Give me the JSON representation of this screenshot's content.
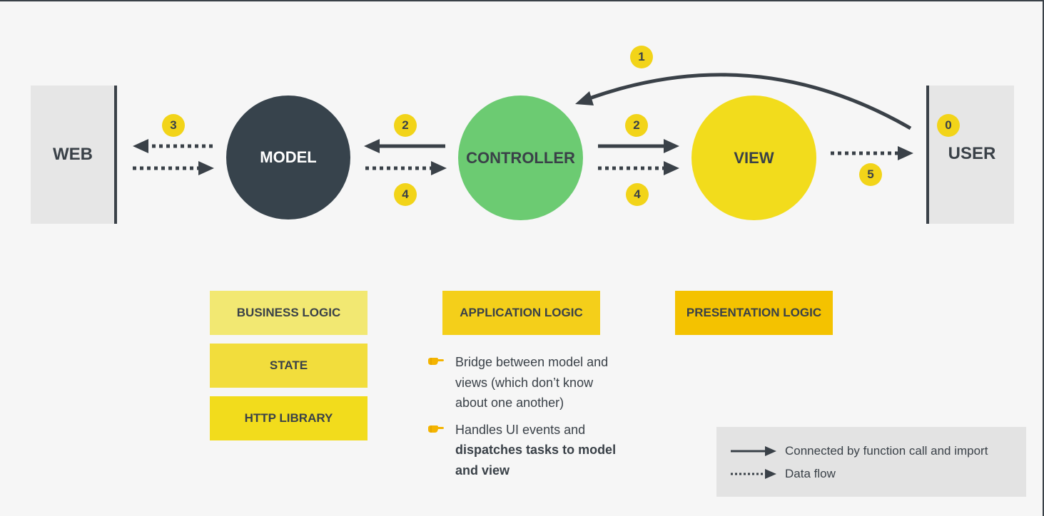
{
  "nodes": {
    "web": "WEB",
    "model": "MODEL",
    "controller": "CONTROLLER",
    "view": "VIEW",
    "user": "USER"
  },
  "badges": {
    "b0": "0",
    "b1": "1",
    "b2a": "2",
    "b2b": "2",
    "b3": "3",
    "b4a": "4",
    "b4b": "4",
    "b5": "5"
  },
  "tags": {
    "business_logic": "BUSINESS LOGIC",
    "state": "STATE",
    "http_library": "HTTP LIBRARY",
    "application_logic": "APPLICATION LOGIC",
    "presentation_logic": "PRESENTATION LOGIC"
  },
  "bullets": {
    "first": "Bridge between model and views (which don’t know about one another)",
    "second_plain": "Handles UI events and ",
    "second_bold": "dispatches tasks to model and view"
  },
  "legend": {
    "solid": "Connected by function call and import",
    "dotted": "Data flow"
  },
  "colors": {
    "model": "#37434c",
    "controller": "#6ccb72",
    "view": "#f2dc1c",
    "badge": "#f2d419",
    "business_logic": "#f2e872",
    "state": "#f2dd3c",
    "http_library": "#f2dc1c",
    "application_logic": "#f4cf1a",
    "presentation_logic": "#f4c200",
    "text_dark": "#3a4148"
  },
  "icons": {
    "bullet": "pointing-hand-icon",
    "solid_arrow": "solid-arrow-icon",
    "dotted_arrow": "dotted-arrow-icon"
  }
}
